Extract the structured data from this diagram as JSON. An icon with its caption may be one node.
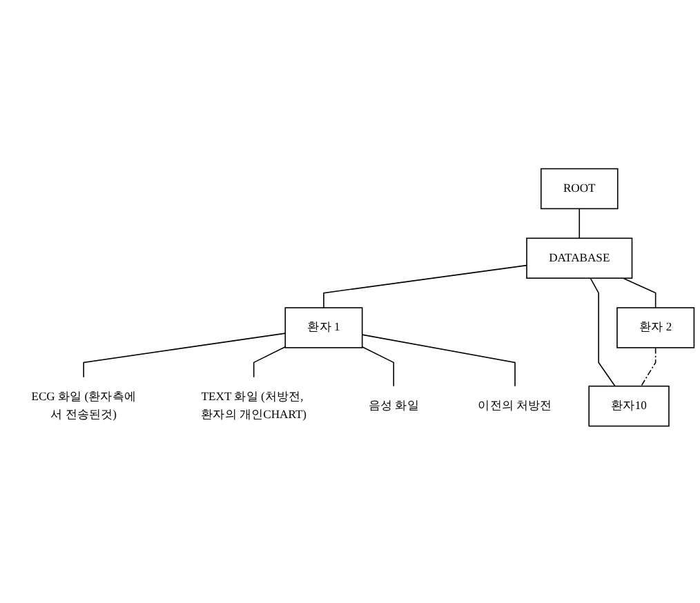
{
  "diagram": {
    "nodes": [
      {
        "text": [
          "ROOT"
        ]
      },
      {
        "text": [
          "DATABASE"
        ]
      },
      {
        "text": [
          "환자 1"
        ]
      },
      {
        "text": [
          "환자 2"
        ]
      },
      {
        "text": [
          "환자10"
        ]
      },
      {
        "text": [
          "ECG 화일 (환자측에서 전송된것)"
        ]
      },
      {
        "text": [
          "TEXT 화일 (처방전, 환자의 개인CHART)"
        ]
      },
      {
        "text": [
          "음성 화일"
        ]
      },
      {
        "text": [
          "이전의 처방전"
        ]
      }
    ],
    "edges": [
      {
        "from": 0,
        "to": 1,
        "arrow": "none"
      },
      {
        "from": 1,
        "to": 2,
        "arrow": "none"
      },
      {
        "from": 1,
        "to": 3,
        "arrow": "none"
      },
      {
        "from": 1,
        "to": 4,
        "arrow": "none"
      },
      {
        "from": 3,
        "to": 4,
        "arrow": "none",
        "style": "dashed"
      },
      {
        "from": 2,
        "to": 5,
        "arrow": "none"
      },
      {
        "from": 2,
        "to": 6,
        "arrow": "none"
      },
      {
        "from": 2,
        "to": 7,
        "arrow": "none"
      },
      {
        "from": 2,
        "to": 8,
        "arrow": "none"
      }
    ]
  }
}
